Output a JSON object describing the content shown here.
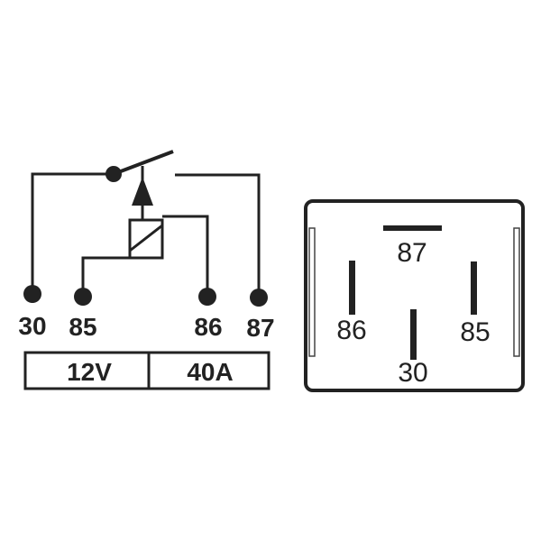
{
  "schematic": {
    "terminals": [
      "30",
      "85",
      "86",
      "87"
    ],
    "rating": {
      "voltage": "12V",
      "current": "40A"
    }
  },
  "pinout": {
    "pins": {
      "top": "87",
      "left": "86",
      "right": "85",
      "bottom": "30"
    }
  },
  "colors": {
    "ink": "#222222",
    "background": "#ffffff"
  }
}
